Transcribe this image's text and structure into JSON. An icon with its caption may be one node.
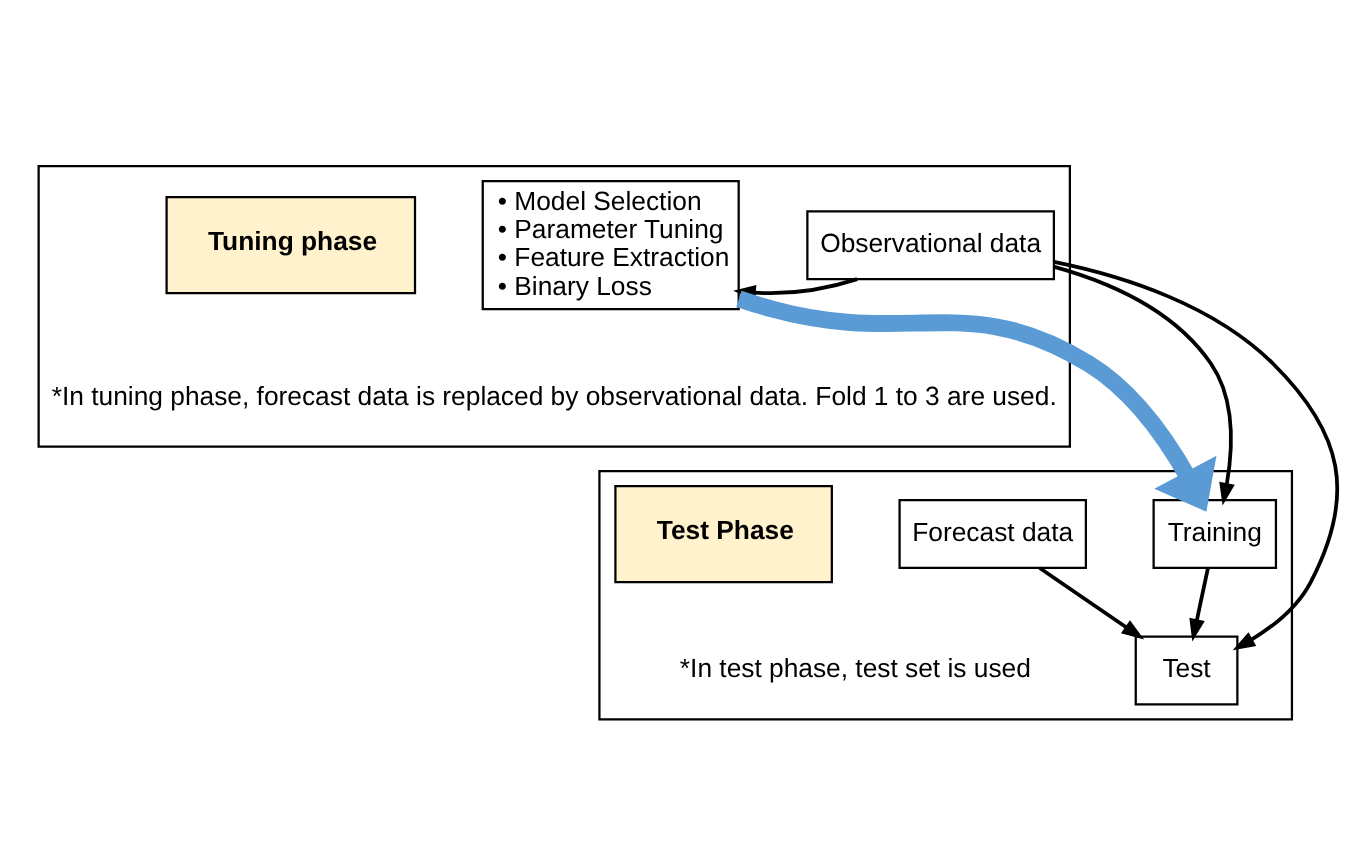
{
  "diagram": {
    "nodes": [
      {
        "text": [],
        "shape": "box"
      },
      {
        "text": [
          "Tuning phase"
        ],
        "in": 0
      },
      {
        "text": [
          "Observational data"
        ],
        "in": 0
      },
      {
        "text": [
          "• Model Selection",
          "• Parameter Tuning",
          "• Feature Extraction",
          "• Binary Loss"
        ],
        "in": 0
      },
      {
        "text": [],
        "shape": "box"
      },
      {
        "text": [
          "Test Phase"
        ],
        "in": 4
      },
      {
        "text": [
          "Forecast data"
        ],
        "in": 4
      },
      {
        "text": [
          "Training"
        ],
        "in": 4
      },
      {
        "text": [
          "Test"
        ],
        "in": 4
      }
    ],
    "edges": [
      {
        "from": 2,
        "to": 3,
        "arrow": "to"
      },
      {
        "from": 2,
        "to": 7,
        "arrow": "to"
      },
      {
        "from": 2,
        "to": 8,
        "arrow": "to"
      },
      {
        "from": 3,
        "to": 7,
        "arrow": "to",
        "style": "thick",
        "color": "#5b9bd5"
      },
      {
        "from": 6,
        "to": 8,
        "arrow": "to"
      },
      {
        "from": 7,
        "to": 8,
        "arrow": "to"
      }
    ],
    "labels": [
      "*In tuning phase, forecast data is replaced by observational data. Fold 1 to 3 are used.",
      "*In test phase, test set is used"
    ]
  }
}
